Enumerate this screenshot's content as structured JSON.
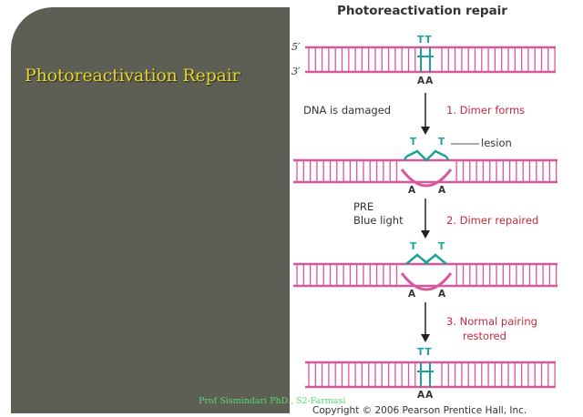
{
  "slide": {
    "title": "Photoreactivation Repair",
    "footer": "Prof Sismindari PhD., S2-Farmasi"
  },
  "figure": {
    "title": "Photoreactivation repair",
    "strand_5": "5′",
    "strand_3": "3′",
    "base_tt": "TT",
    "base_aa": "AA",
    "base_t": "T",
    "base_a": "A",
    "condition_1": "DNA is damaged",
    "step_1": "1. Dimer forms",
    "lesion": "lesion",
    "condition_2_line1": "PRE",
    "condition_2_line2": "Blue light",
    "step_2": "2. Dimer repaired",
    "step_3_line1": "3. Normal pairing",
    "step_3_line2": "restored",
    "copyright": "Copyright © 2006 Pearson Prentice Hall, Inc."
  },
  "colors": {
    "panel": "#5d5f55",
    "title": "#e3d52a",
    "footer": "#58d97a",
    "dna": "#d8579a",
    "thymine": "#1aa39a",
    "step_text": "#c4293d"
  }
}
